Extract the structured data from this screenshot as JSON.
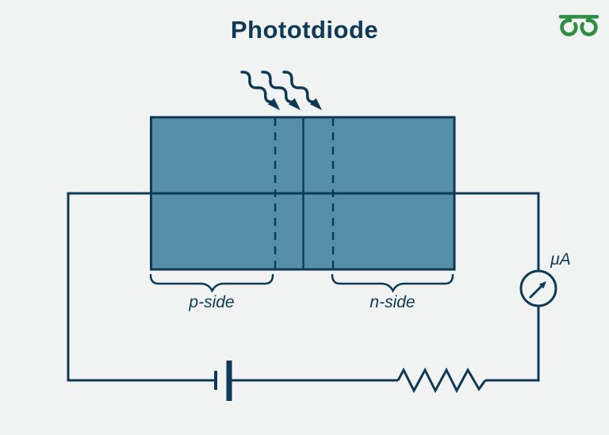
{
  "page": {
    "background_color": "#f1f2f2"
  },
  "header": {
    "title": "Phototdiode"
  },
  "brand": {
    "logo_icon": "geeksforgeeks-logo",
    "logo_color": "#2f8d46"
  },
  "diagram": {
    "colors": {
      "line_color": "#0f3a55",
      "semiconductor_fill": "#5590a8"
    },
    "labels": {
      "p_side": "p-side",
      "n_side": "n-side",
      "ammeter_unit": "μA"
    },
    "light_ray_count": 3
  }
}
